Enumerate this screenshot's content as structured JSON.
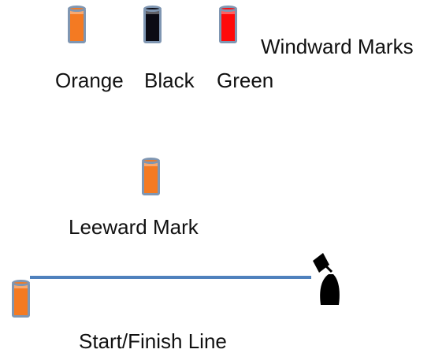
{
  "windward": {
    "title": "Windward Marks",
    "marks": [
      {
        "name": "Orange",
        "color": "#f47a22"
      },
      {
        "name": "Black",
        "color": "#0b0b14"
      },
      {
        "name": "Green",
        "color": "#ff0a0a"
      }
    ]
  },
  "leeward": {
    "title": "Leeward Mark",
    "color": "#f47a22"
  },
  "start_finish": {
    "title": "Start/Finish Line",
    "pin_color": "#f47a22",
    "line_color": "#4f81bd",
    "boat_color": "#000000",
    "flag_color": "#000000"
  }
}
